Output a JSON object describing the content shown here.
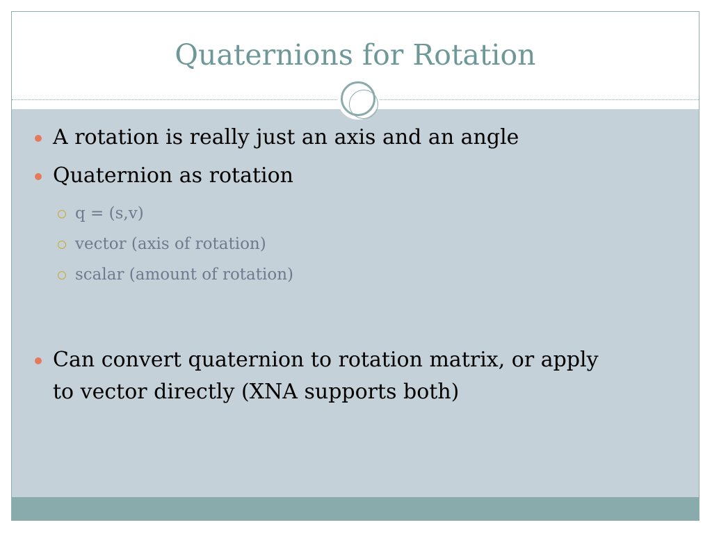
{
  "slide": {
    "title": "Quaternions for Rotation",
    "bullets": [
      {
        "level": 1,
        "text": "A rotation is really just an axis and an angle"
      },
      {
        "level": 1,
        "text": "Quaternion as rotation"
      },
      {
        "level": 2,
        "text": "q = (s,v)"
      },
      {
        "level": 2,
        "text": "vector (axis of rotation)"
      },
      {
        "level": 2,
        "text": "scalar (amount of rotation)"
      },
      {
        "level": 1,
        "text_line1": "Can convert quaternion to rotation matrix, or apply",
        "text_line2": "to vector directly (XNA supports both)"
      }
    ]
  },
  "colors": {
    "title": "#6e9898",
    "content_background": "#c5d1d8",
    "footer_band": "#8aabab",
    "frame_border": "#8fadad",
    "bullet_level1": "#e57a5a",
    "bullet_level2": "#c9a83a",
    "subtext": "#6e7b8f"
  },
  "icons": {
    "level1_bullet": "filled-circle-bullet",
    "level2_bullet": "hollow-circle-bullet",
    "ornament": "double-ring-circle"
  }
}
